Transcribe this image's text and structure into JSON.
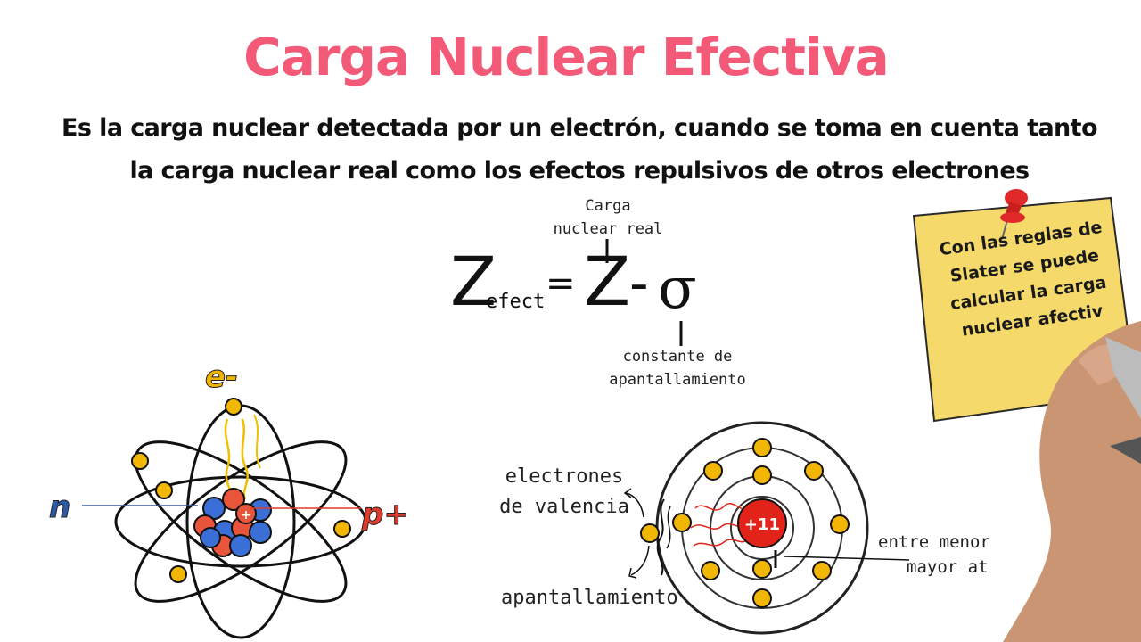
{
  "title": "Carga Nuclear Efectiva",
  "definition": {
    "line1": "Es la carga nuclear detectada por un electrón, cuando se toma en cuenta tanto",
    "line2": "la carga nuclear real  como los efectos repulsivos de otros electrones"
  },
  "formula": {
    "lhs": "Z",
    "lhs_subscript": "efect",
    "equals": "=",
    "z": "Z",
    "minus": "-",
    "sigma": "σ",
    "label_z_line1": "Carga",
    "label_z_line2": "nuclear real",
    "label_sigma_line1": "constante de",
    "label_sigma_line2": "apantallamiento"
  },
  "sticky_note": {
    "line1": "Con las reglas de",
    "line2": "Slater se puede",
    "line3": "calcular la carga",
    "line4": "nuclear afectiv",
    "color": "#fbe46a"
  },
  "atom": {
    "electron_label": "e-",
    "neutron_label": "n",
    "proton_label": "p+",
    "nucleus_charge": "+"
  },
  "bohr_model": {
    "nucleus_label": "+11",
    "label_valence_line1": "electrones",
    "label_valence_line2": "de valencia",
    "label_shielding": "apantallamiento",
    "label_right_line1": "entre menor",
    "label_right_line2": "mayor at"
  },
  "colors": {
    "title": "#f25a78",
    "electron": "#f2b705",
    "proton": "#e8553a",
    "neutron": "#3a6fd8",
    "nucleus_red": "#e2231a",
    "neutron_label": "#2d5ba8",
    "proton_label": "#e03a2a",
    "electron_label": "#f0b400"
  }
}
